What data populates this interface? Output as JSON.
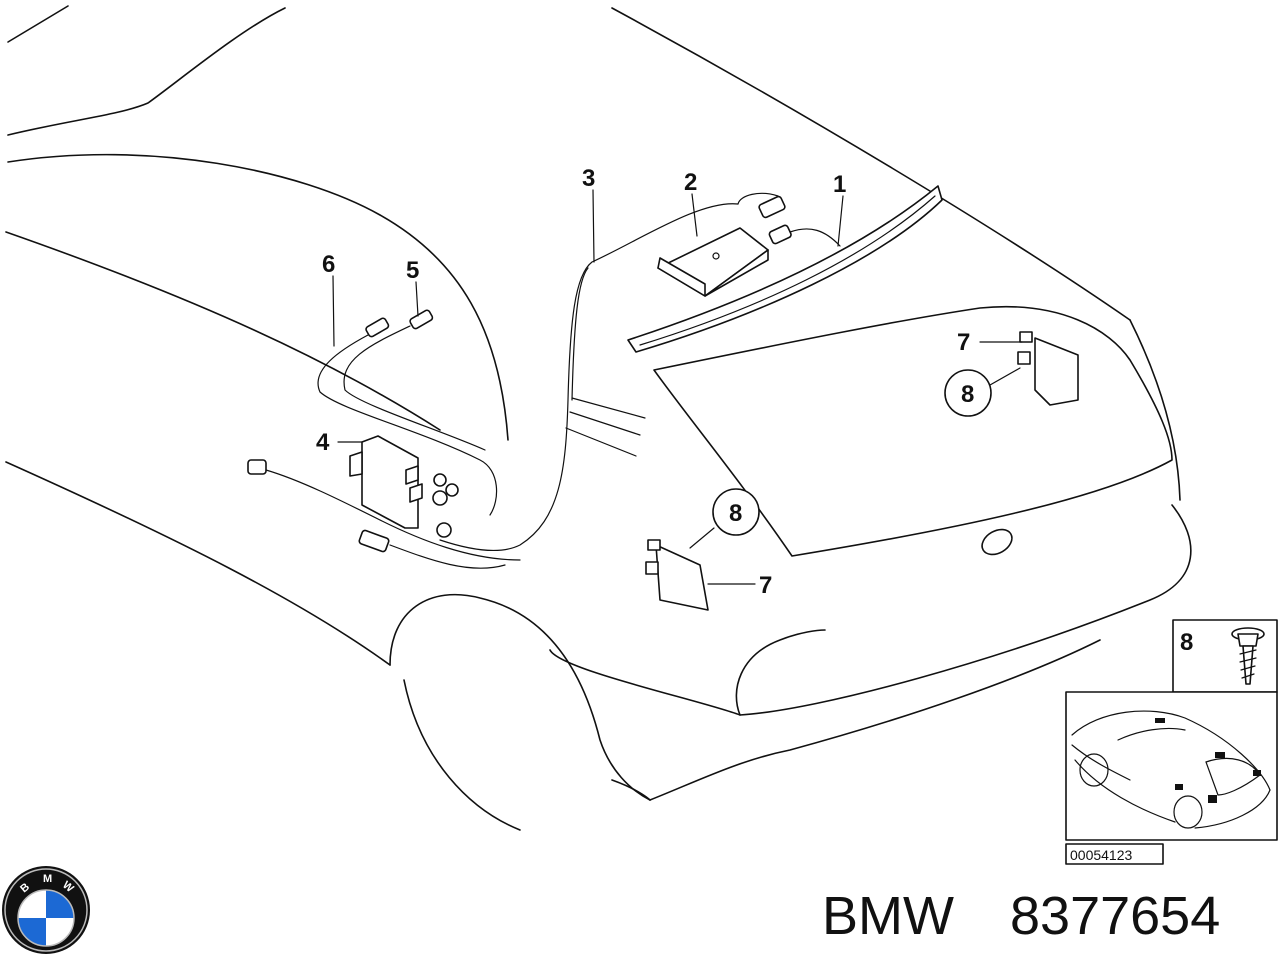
{
  "callouts": {
    "c1": "1",
    "c2": "2",
    "c3": "3",
    "c4": "4",
    "c5": "5",
    "c6": "6",
    "c7_top": "7",
    "c8_top": "8",
    "c8_left": "8",
    "c7_left": "7"
  },
  "detail_box": {
    "callout": "8"
  },
  "drawing_number": "00054123",
  "logo": {
    "lettering": "BMW",
    "colors": {
      "ring": "#111111",
      "blue": "#1c69d4",
      "white": "#ffffff"
    }
  },
  "caption": {
    "brand": "BMW",
    "part_number": "8377654"
  }
}
